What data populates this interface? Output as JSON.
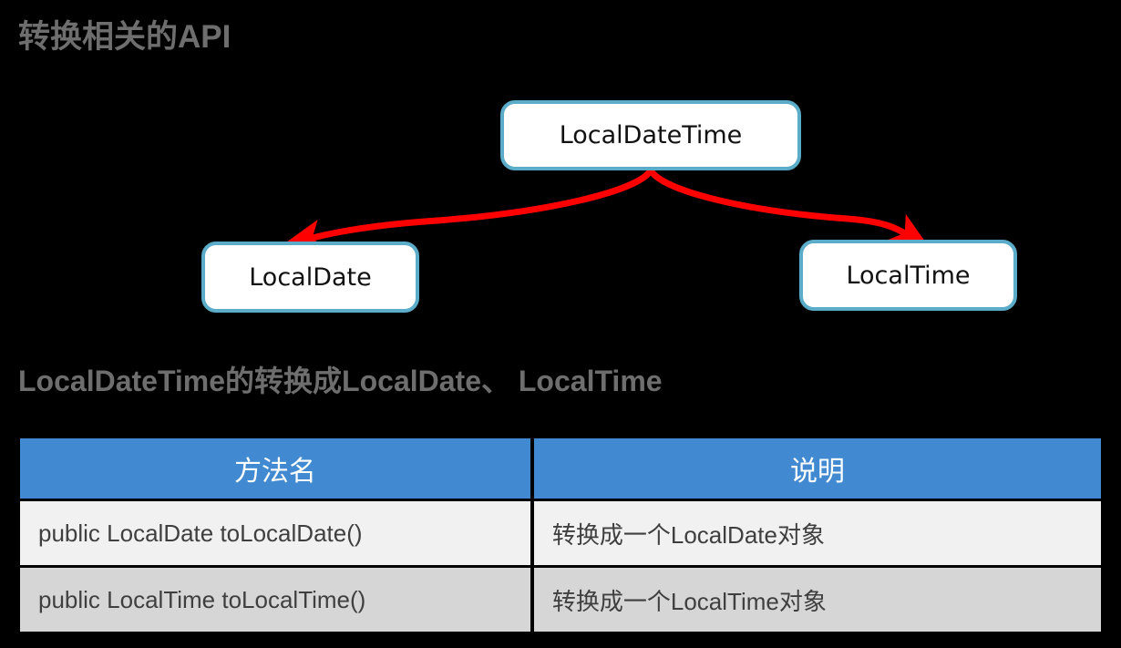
{
  "slide": {
    "title": "转换相关的API",
    "caption": "LocalDateTime的转换成LocalDate、 LocalTime",
    "background_color": "#000000",
    "title_color": "#6e6e6e"
  },
  "diagram": {
    "node_border_color": "#5BACC8",
    "arrow_color": "#FF0000",
    "nodes": [
      {
        "id": "localdatetime",
        "label": "LocalDateTime"
      },
      {
        "id": "localdate",
        "label": "LocalDate"
      },
      {
        "id": "localtime",
        "label": "LocalTime"
      }
    ],
    "arrows": [
      {
        "from": "LocalDateTime",
        "to": "LocalDate"
      },
      {
        "from": "LocalDateTime",
        "to": "LocalTime"
      }
    ]
  },
  "table": {
    "header_color": "#4189D0",
    "header_text_color": "#ffffff",
    "row_colors": [
      "#F1F1F1",
      "#D6D6D6"
    ],
    "columns": [
      "方法名",
      "说明"
    ],
    "rows": [
      {
        "method": "public LocalDate toLocalDate()",
        "description": "转换成一个LocalDate对象"
      },
      {
        "method": "public LocalTime toLocalTime()",
        "description": "转换成一个LocalTime对象"
      }
    ]
  }
}
